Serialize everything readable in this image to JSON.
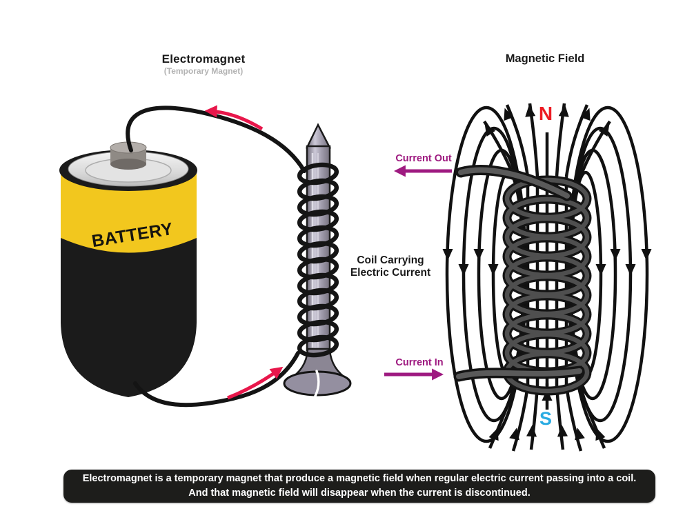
{
  "header": {
    "left_title": "Electromagnet",
    "left_subtitle": "(Temporary Magnet)",
    "right_title": "Magnetic Field"
  },
  "battery": {
    "label": "BATTERY"
  },
  "coil_label": {
    "line1": "Coil Carrying",
    "line2": "Electric Current"
  },
  "magnetic_field": {
    "north_pole": "N",
    "south_pole": "S",
    "current_out": "Current Out",
    "current_in": "Current In"
  },
  "caption": {
    "line1": "Electromagnet is a temporary magnet that produce a magnetic field when regular electric current passing into a coil.",
    "line2": "And that magnetic field will disappear when the current is discontinued."
  },
  "colors": {
    "north_pole": "#ed1c24",
    "south_pole": "#29abe2",
    "current_label": "#9e1a80",
    "wire_current_arrow": "#e8174b",
    "battery_yellow": "#f2c71e",
    "battery_black": "#1b1b1b",
    "field_line": "#111111",
    "caption_background": "#1d1d1b",
    "subtitle_gray": "#b3b3b3"
  },
  "icons": {
    "current_out_arrow": "arrow-left",
    "current_in_arrow": "arrow-right",
    "wire_top_arrow": "curved-arrow-left",
    "wire_bottom_arrow": "curved-arrow-up-right",
    "field_line_arrow": "triangle-arrowhead"
  }
}
